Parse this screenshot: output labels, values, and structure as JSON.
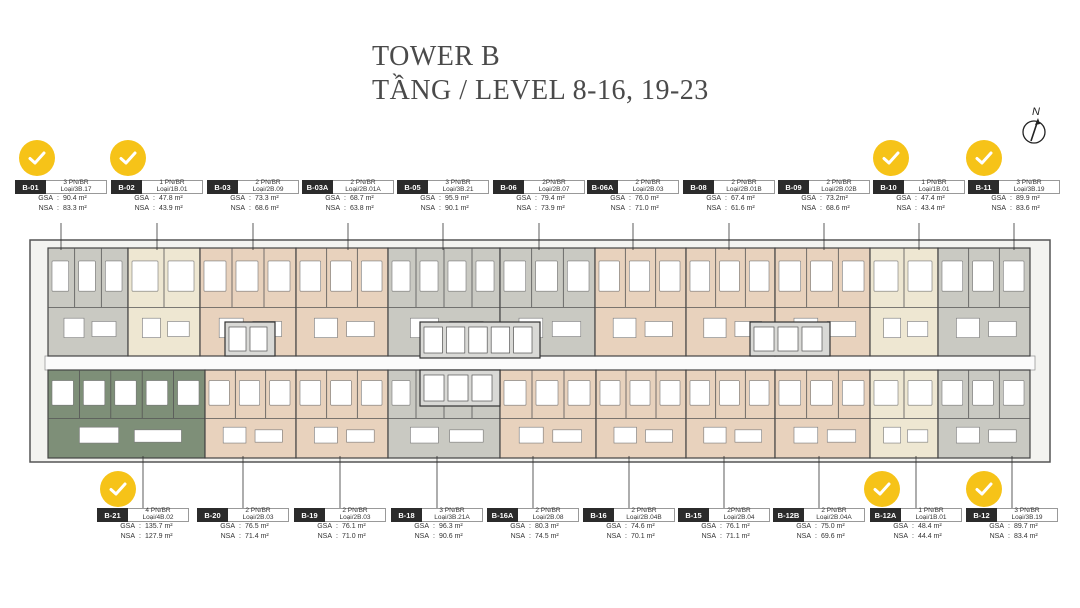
{
  "title": {
    "line1": "TOWER B",
    "line2": "TẦNG / LEVEL 8-16, 19-23"
  },
  "compass": {
    "label": "N"
  },
  "colors": {
    "check": "#f6c318",
    "code_bg": "#2b2b2b",
    "unit_beige": "#e8d2bd",
    "unit_green": "#7e8f78",
    "unit_gray": "#c9c9c2",
    "unit_cream": "#eee7d2"
  },
  "top_units": [
    {
      "code": "B-01",
      "type": "3 PN/BR",
      "model": "Loại/3B.17",
      "gsa_label": "GSA",
      "gsa": "90.4 m²",
      "nsa_label": "NSA",
      "nsa": "83.3 m²"
    },
    {
      "code": "B-02",
      "type": "1 PN/BR",
      "model": "Loại/1B.01",
      "gsa_label": "GSA",
      "gsa": "47.8 m²",
      "nsa_label": "NSA",
      "nsa": "43.9 m²"
    },
    {
      "code": "B-03",
      "type": "2 PN/BR",
      "model": "Loại/2B.09",
      "gsa_label": "GSA",
      "gsa": "73.3 m²",
      "nsa_label": "NSA",
      "nsa": "68.6 m²"
    },
    {
      "code": "B-03A",
      "type": "2 PN/BR",
      "model": "Loại/2B.01A",
      "gsa_label": "GSA",
      "gsa": "68.7 m²",
      "nsa_label": "NSA",
      "nsa": "63.8 m²"
    },
    {
      "code": "B-05",
      "type": "3 PN/BR",
      "model": "Loại/3B.21",
      "gsa_label": "GSA",
      "gsa": "95.9 m²",
      "nsa_label": "NSA",
      "nsa": "90.1 m²"
    },
    {
      "code": "B-06",
      "type": "2PN/BR",
      "model": "Loại/2B.07",
      "gsa_label": "GSA",
      "gsa": "79.4 m²",
      "nsa_label": "NSA",
      "nsa": "73.9 m²"
    },
    {
      "code": "B-06A",
      "type": "2 PN/BR",
      "model": "Loại/2B.03",
      "gsa_label": "GSA",
      "gsa": "76.0 m²",
      "nsa_label": "NSA",
      "nsa": "71.0 m²"
    },
    {
      "code": "B-08",
      "type": "2 PN/BR",
      "model": "Loại/2B.01B",
      "gsa_label": "GSA",
      "gsa": "67.4 m²",
      "nsa_label": "NSA",
      "nsa": "61.6 m²"
    },
    {
      "code": "B-09",
      "type": "2 PN/BR",
      "model": "Loại/2B.02B",
      "gsa_label": "GSA",
      "gsa": "73.2m²",
      "nsa_label": "NSA",
      "nsa": "68.6 m²"
    },
    {
      "code": "B-10",
      "type": "1 PN/BR",
      "model": "Loại/1B.01",
      "gsa_label": "GSA",
      "gsa": "47.4 m²",
      "nsa_label": "NSA",
      "nsa": "43.4 m²"
    },
    {
      "code": "B-11",
      "type": "3 PN/BR",
      "model": "Loại/3B.19",
      "gsa_label": "GSA",
      "gsa": "89.9 m²",
      "nsa_label": "NSA",
      "nsa": "83.6 m²"
    }
  ],
  "bottom_units": [
    {
      "code": "B-21",
      "type": "4 PN/BR",
      "model": "Loại/4B.02",
      "gsa_label": "GSA",
      "gsa": "135.7 m²",
      "nsa_label": "NSA",
      "nsa": "127.9 m²"
    },
    {
      "code": "B-20",
      "type": "2 PN/BR",
      "model": "Loại/2B.03",
      "gsa_label": "GSA",
      "gsa": "76.5 m²",
      "nsa_label": "NSA",
      "nsa": "71.4 m²"
    },
    {
      "code": "B-19",
      "type": "2 PN/BR",
      "model": "Loại/2B.03",
      "gsa_label": "GSA",
      "gsa": "76.1 m²",
      "nsa_label": "NSA",
      "nsa": "71.0 m²"
    },
    {
      "code": "B-18",
      "type": "3 PN/BR",
      "model": "Loại/3B.21A",
      "gsa_label": "GSA",
      "gsa": "96.3 m²",
      "nsa_label": "NSA",
      "nsa": "90.6 m²"
    },
    {
      "code": "B-16A",
      "type": "2 PN/BR",
      "model": "Loại/2B.08",
      "gsa_label": "GSA",
      "gsa": "80.3 m²",
      "nsa_label": "NSA",
      "nsa": "74.5 m²"
    },
    {
      "code": "B-16",
      "type": "2 PN/BR",
      "model": "Loại/2B.04B",
      "gsa_label": "GSA",
      "gsa": "74.6 m²",
      "nsa_label": "NSA",
      "nsa": "70.1 m²"
    },
    {
      "code": "B-15",
      "type": "2PN/BR",
      "model": "Loại/2B.04",
      "gsa_label": "GSA",
      "gsa": "76.1 m²",
      "nsa_label": "NSA",
      "nsa": "71.1 m²"
    },
    {
      "code": "B-12B",
      "type": "2 PN/BR",
      "model": "Loại/2B.04A",
      "gsa_label": "GSA",
      "gsa": "75.0 m²",
      "nsa_label": "NSA",
      "nsa": "69.6 m²"
    },
    {
      "code": "B-12A",
      "type": "1 PN/BR",
      "model": "Loại/1B.01",
      "gsa_label": "GSA",
      "gsa": "48.4 m²",
      "nsa_label": "NSA",
      "nsa": "44.4 m²"
    },
    {
      "code": "B-12",
      "type": "3 PN/BR",
      "model": "Loại/3B.19",
      "gsa_label": "GSA",
      "gsa": "89.7 m²",
      "nsa_label": "NSA",
      "nsa": "83.4 m²"
    }
  ],
  "checked_units": [
    "B-01",
    "B-02",
    "B-10",
    "B-11",
    "B-21",
    "B-12A",
    "B-12"
  ]
}
